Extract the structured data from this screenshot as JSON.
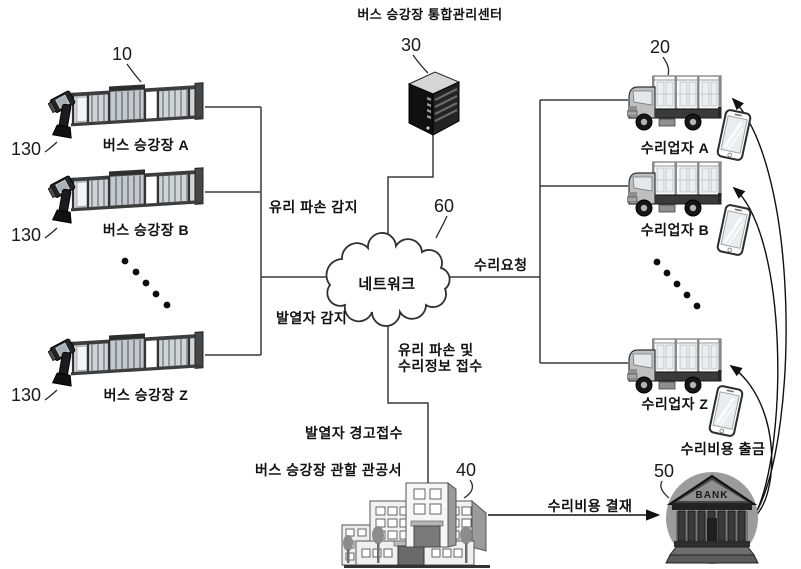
{
  "diagram": {
    "title": "버스 승강장 통합관리센터",
    "network": {
      "label": "네트워크",
      "ref": "60"
    },
    "server": {
      "ref": "30"
    },
    "bus_stops": {
      "ref": "10",
      "camera_ref": "130",
      "items": [
        {
          "label": "버스 승강장 A"
        },
        {
          "label": "버스 승강장 B"
        },
        {
          "label": "버스 승강장 Z"
        }
      ]
    },
    "repairers": {
      "ref": "20",
      "items": [
        {
          "label": "수리업자 A"
        },
        {
          "label": "수리업자 B"
        },
        {
          "label": "수리업자 Z"
        }
      ]
    },
    "office": {
      "ref": "40",
      "caption": "버스 승강장 관할 관공서"
    },
    "bank": {
      "ref": "50",
      "sign": "BANK"
    },
    "labels": {
      "glass_damage_detect": "유리 파손 감지",
      "fever_detect": "발열자 감지",
      "repair_request": "수리요청",
      "glass_repair_info_line1": "유리 파손 및",
      "glass_repair_info_line2": "수리정보 접수",
      "fever_alert_receive": "발열자 경고접수",
      "repair_cost_payment": "수리비용 결재",
      "repair_cost_withdraw": "수리비용 출금"
    },
    "colors": {
      "line": "#3a3a3a",
      "text": "#111111"
    }
  }
}
